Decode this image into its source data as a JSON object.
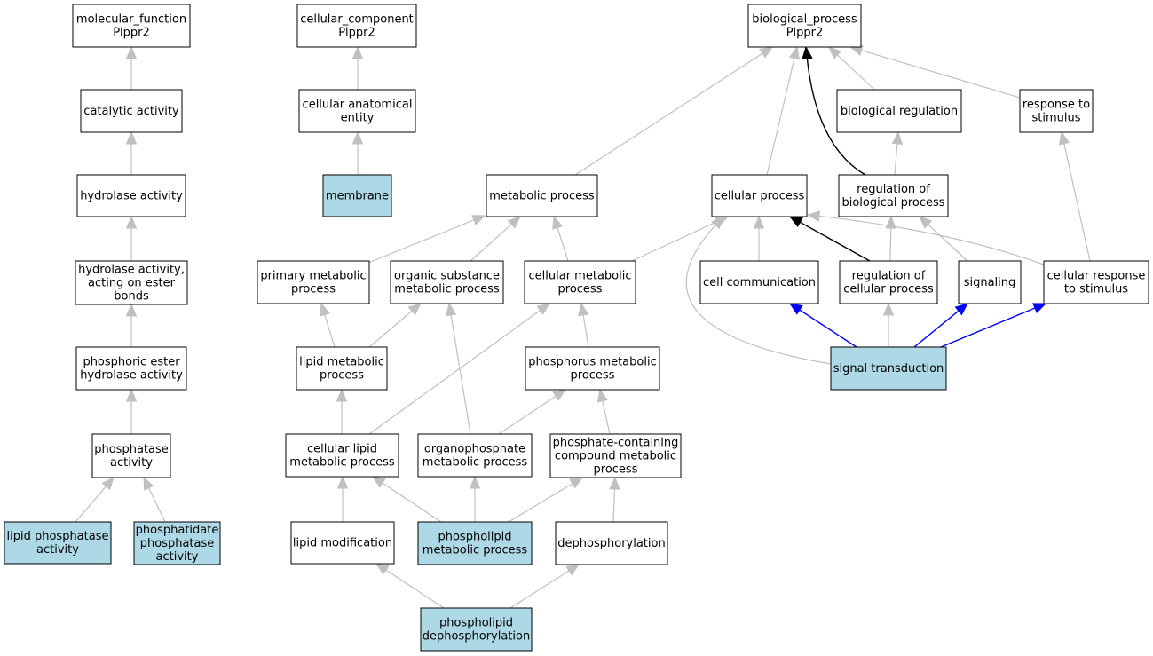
{
  "colors": {
    "highlight_fill": "#add8e6",
    "default_fill": "#ffffff",
    "grey_edge": "#c0c0c0",
    "black_edge": "#000000",
    "blue_edge": "#0000ff"
  },
  "nodes": [
    {
      "id": "mf_root",
      "lines": [
        "molecular_function",
        "Plppr2"
      ],
      "highlight": false
    },
    {
      "id": "catalytic",
      "lines": [
        "catalytic activity"
      ],
      "highlight": false
    },
    {
      "id": "hydrolase",
      "lines": [
        "hydrolase activity"
      ],
      "highlight": false
    },
    {
      "id": "hydrolase_ester",
      "lines": [
        "hydrolase activity,",
        "acting on ester",
        "bonds"
      ],
      "highlight": false
    },
    {
      "id": "phosphoric_ester",
      "lines": [
        "phosphoric ester",
        "hydrolase activity"
      ],
      "highlight": false
    },
    {
      "id": "phosphatase",
      "lines": [
        "phosphatase",
        "activity"
      ],
      "highlight": false
    },
    {
      "id": "lipid_phosphatase",
      "lines": [
        "lipid phosphatase",
        "activity"
      ],
      "highlight": true
    },
    {
      "id": "phosphatidate_phosphatase",
      "lines": [
        "phosphatidate",
        "phosphatase",
        "activity"
      ],
      "highlight": true
    },
    {
      "id": "cc_root",
      "lines": [
        "cellular_component",
        "Plppr2"
      ],
      "highlight": false
    },
    {
      "id": "cellular_anatomical",
      "lines": [
        "cellular anatomical",
        "entity"
      ],
      "highlight": false
    },
    {
      "id": "membrane",
      "lines": [
        "membrane"
      ],
      "highlight": true
    },
    {
      "id": "bp_root",
      "lines": [
        "biological_process",
        "Plppr2"
      ],
      "highlight": false
    },
    {
      "id": "bio_regulation",
      "lines": [
        "biological regulation"
      ],
      "highlight": false
    },
    {
      "id": "response_stimulus",
      "lines": [
        "response to",
        "stimulus"
      ],
      "highlight": false
    },
    {
      "id": "metabolic",
      "lines": [
        "metabolic process"
      ],
      "highlight": false
    },
    {
      "id": "cellular_process",
      "lines": [
        "cellular process"
      ],
      "highlight": false
    },
    {
      "id": "reg_bio_process",
      "lines": [
        "regulation of",
        "biological process"
      ],
      "highlight": false
    },
    {
      "id": "primary_metabolic",
      "lines": [
        "primary metabolic",
        "process"
      ],
      "highlight": false
    },
    {
      "id": "organic_substance",
      "lines": [
        "organic substance",
        "metabolic process"
      ],
      "highlight": false
    },
    {
      "id": "cellular_metabolic",
      "lines": [
        "cellular metabolic",
        "process"
      ],
      "highlight": false
    },
    {
      "id": "cell_communication",
      "lines": [
        "cell communication"
      ],
      "highlight": false
    },
    {
      "id": "reg_cellular_process",
      "lines": [
        "regulation of",
        "cellular process"
      ],
      "highlight": false
    },
    {
      "id": "signaling",
      "lines": [
        "signaling"
      ],
      "highlight": false
    },
    {
      "id": "cellular_response",
      "lines": [
        "cellular response",
        "to stimulus"
      ],
      "highlight": false
    },
    {
      "id": "lipid_metabolic",
      "lines": [
        "lipid metabolic",
        "process"
      ],
      "highlight": false
    },
    {
      "id": "phosphorus_metabolic",
      "lines": [
        "phosphorus metabolic",
        "process"
      ],
      "highlight": false
    },
    {
      "id": "signal_transduction",
      "lines": [
        "signal transduction"
      ],
      "highlight": true
    },
    {
      "id": "cellular_lipid",
      "lines": [
        "cellular lipid",
        "metabolic process"
      ],
      "highlight": false
    },
    {
      "id": "organophosphate",
      "lines": [
        "organophosphate",
        "metabolic process"
      ],
      "highlight": false
    },
    {
      "id": "phosphate_containing",
      "lines": [
        "phosphate-containing",
        "compound metabolic",
        "process"
      ],
      "highlight": false
    },
    {
      "id": "lipid_modification",
      "lines": [
        "lipid modification"
      ],
      "highlight": false
    },
    {
      "id": "phospholipid_metabolic",
      "lines": [
        "phospholipid",
        "metabolic process"
      ],
      "highlight": true
    },
    {
      "id": "dephosphorylation",
      "lines": [
        "dephosphorylation"
      ],
      "highlight": false
    },
    {
      "id": "phospholipid_dephos",
      "lines": [
        "phospholipid",
        "dephosphorylation"
      ],
      "highlight": true
    }
  ],
  "edges": [
    {
      "from": "catalytic",
      "to": "mf_root",
      "color": "grey"
    },
    {
      "from": "hydrolase",
      "to": "catalytic",
      "color": "grey"
    },
    {
      "from": "hydrolase_ester",
      "to": "hydrolase",
      "color": "grey"
    },
    {
      "from": "phosphoric_ester",
      "to": "hydrolase_ester",
      "color": "grey"
    },
    {
      "from": "phosphatase",
      "to": "phosphoric_ester",
      "color": "grey"
    },
    {
      "from": "lipid_phosphatase",
      "to": "phosphatase",
      "color": "grey"
    },
    {
      "from": "phosphatidate_phosphatase",
      "to": "phosphatase",
      "color": "grey"
    },
    {
      "from": "cellular_anatomical",
      "to": "cc_root",
      "color": "grey"
    },
    {
      "from": "membrane",
      "to": "cellular_anatomical",
      "color": "grey"
    },
    {
      "from": "metabolic",
      "to": "bp_root",
      "color": "grey"
    },
    {
      "from": "cellular_process",
      "to": "bp_root",
      "color": "grey"
    },
    {
      "from": "reg_bio_process",
      "to": "bp_root",
      "color": "black"
    },
    {
      "from": "bio_regulation",
      "to": "bp_root",
      "color": "grey"
    },
    {
      "from": "response_stimulus",
      "to": "bp_root",
      "color": "grey"
    },
    {
      "from": "reg_bio_process",
      "to": "bio_regulation",
      "color": "grey"
    },
    {
      "from": "primary_metabolic",
      "to": "metabolic",
      "color": "grey"
    },
    {
      "from": "organic_substance",
      "to": "metabolic",
      "color": "grey"
    },
    {
      "from": "cellular_metabolic",
      "to": "metabolic",
      "color": "grey"
    },
    {
      "from": "cellular_metabolic",
      "to": "cellular_process",
      "color": "grey"
    },
    {
      "from": "cell_communication",
      "to": "cellular_process",
      "color": "grey"
    },
    {
      "from": "reg_cellular_process",
      "to": "cellular_process",
      "color": "black"
    },
    {
      "from": "cellular_response",
      "to": "cellular_process",
      "color": "grey"
    },
    {
      "from": "signal_transduction",
      "to": "cellular_process",
      "color": "grey"
    },
    {
      "from": "reg_cellular_process",
      "to": "reg_bio_process",
      "color": "grey"
    },
    {
      "from": "signaling",
      "to": "reg_bio_process",
      "color": "grey"
    },
    {
      "from": "cellular_response",
      "to": "response_stimulus",
      "color": "grey"
    },
    {
      "from": "lipid_metabolic",
      "to": "primary_metabolic",
      "color": "grey"
    },
    {
      "from": "lipid_metabolic",
      "to": "organic_substance",
      "color": "grey"
    },
    {
      "from": "organophosphate",
      "to": "organic_substance",
      "color": "grey"
    },
    {
      "from": "cellular_lipid",
      "to": "cellular_metabolic",
      "color": "grey"
    },
    {
      "from": "phosphorus_metabolic",
      "to": "cellular_metabolic",
      "color": "grey"
    },
    {
      "from": "signal_transduction",
      "to": "cell_communication",
      "color": "blue"
    },
    {
      "from": "signal_transduction",
      "to": "reg_cellular_process",
      "color": "grey"
    },
    {
      "from": "signal_transduction",
      "to": "signaling",
      "color": "blue"
    },
    {
      "from": "signal_transduction",
      "to": "cellular_response",
      "color": "blue"
    },
    {
      "from": "cellular_lipid",
      "to": "lipid_metabolic",
      "color": "grey"
    },
    {
      "from": "organophosphate",
      "to": "phosphorus_metabolic",
      "color": "grey"
    },
    {
      "from": "phosphate_containing",
      "to": "phosphorus_metabolic",
      "color": "grey"
    },
    {
      "from": "lipid_modification",
      "to": "cellular_lipid",
      "color": "grey"
    },
    {
      "from": "phospholipid_metabolic",
      "to": "cellular_lipid",
      "color": "grey"
    },
    {
      "from": "phospholipid_metabolic",
      "to": "organophosphate",
      "color": "grey"
    },
    {
      "from": "phospholipid_metabolic",
      "to": "phosphate_containing",
      "color": "grey"
    },
    {
      "from": "dephosphorylation",
      "to": "phosphate_containing",
      "color": "grey"
    },
    {
      "from": "phospholipid_dephos",
      "to": "lipid_modification",
      "color": "grey"
    },
    {
      "from": "phospholipid_dephos",
      "to": "dephosphorylation",
      "color": "grey"
    }
  ]
}
